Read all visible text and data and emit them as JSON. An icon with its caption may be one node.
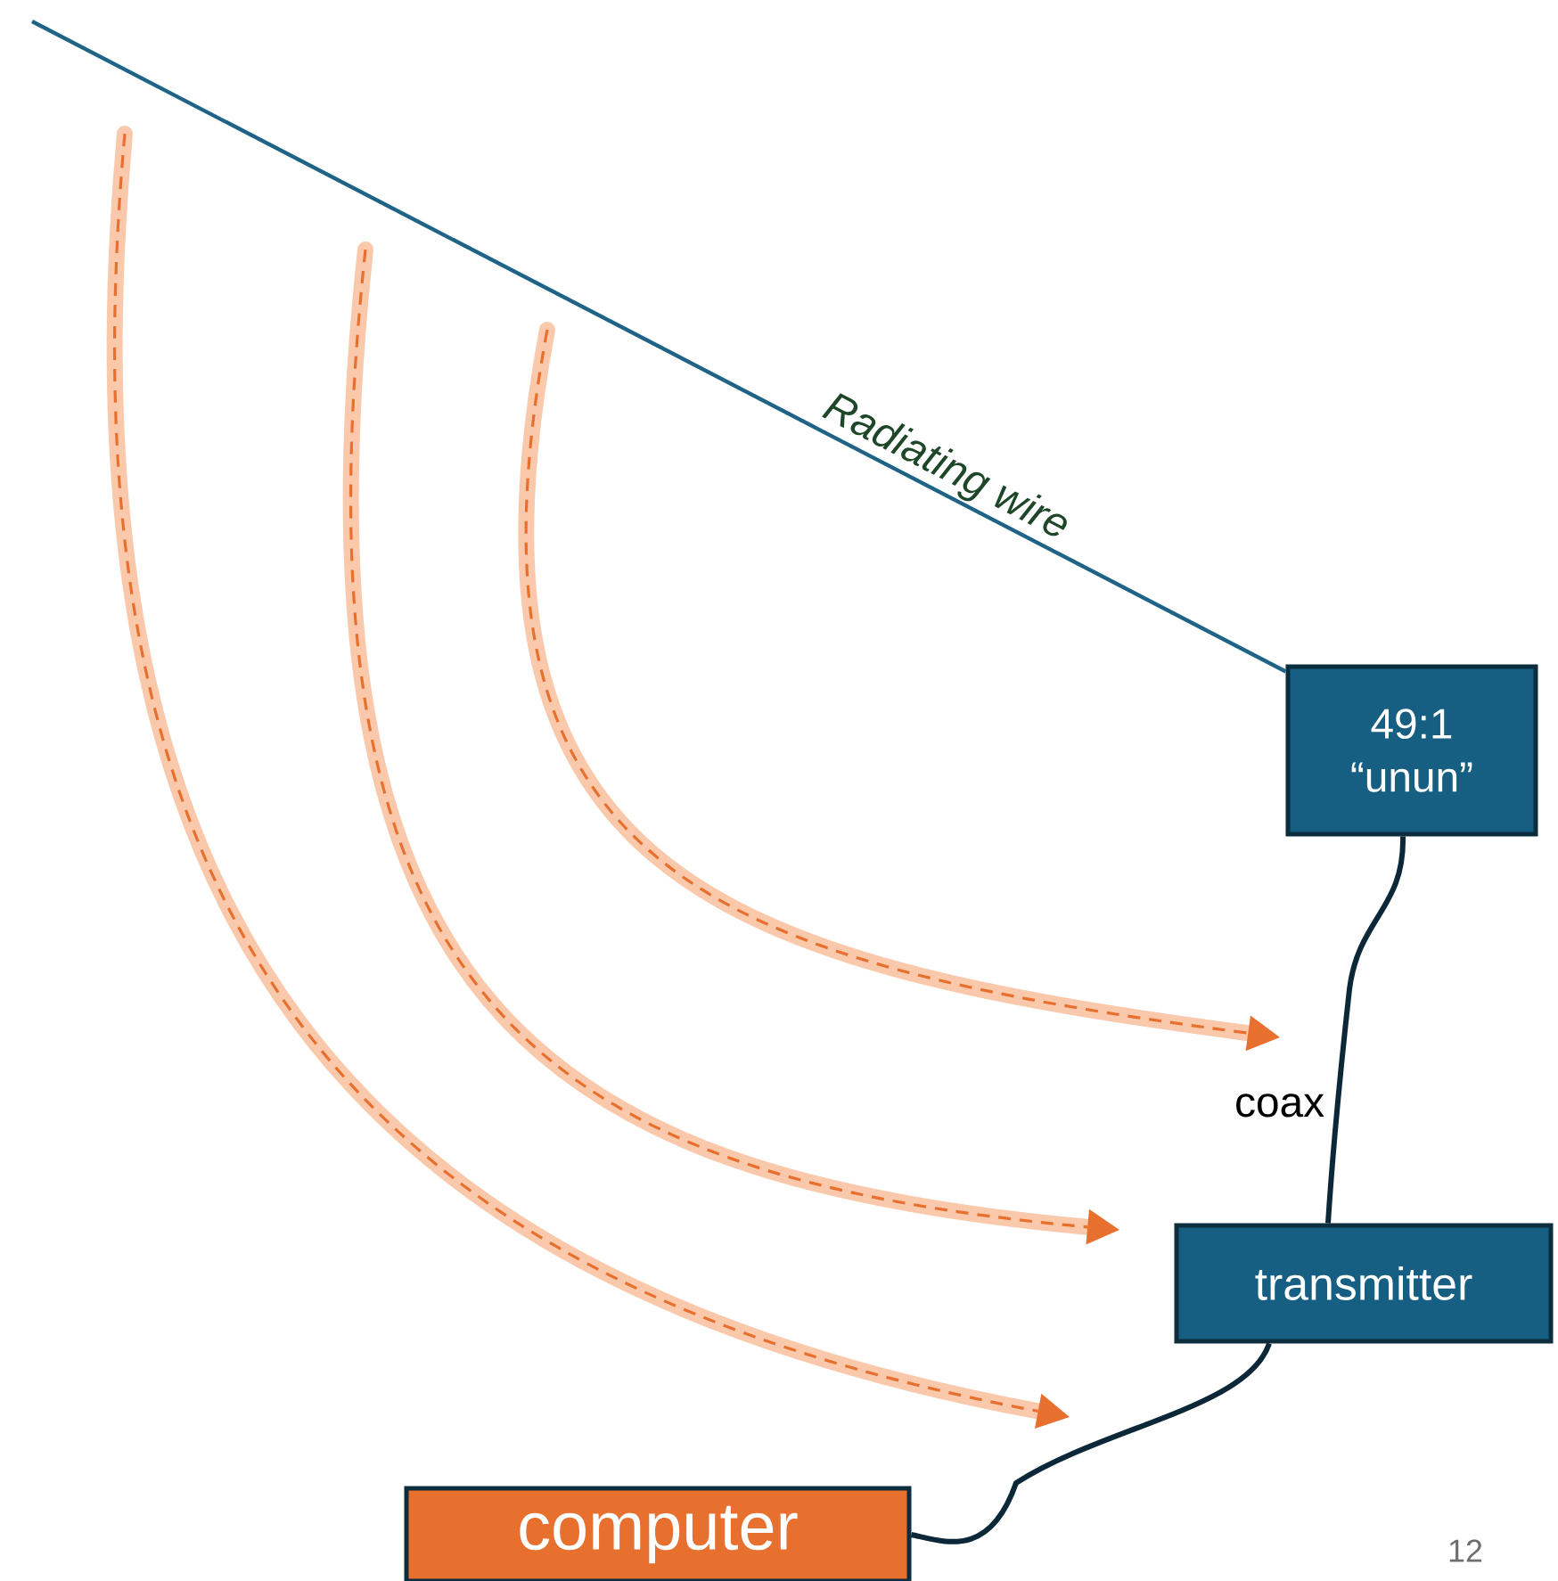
{
  "diagram": {
    "nodes": [
      {
        "text": [
          "49:1",
          "“unun”"
        ]
      },
      {
        "text": [
          "transmitter"
        ]
      },
      {
        "text": [
          "computer"
        ]
      }
    ],
    "edges": [
      {
        "from": null,
        "to": 0,
        "arrow": "none",
        "label": "Radiating wire",
        "color": "#1f6487"
      },
      {
        "from": 0,
        "to": 1,
        "arrow": "none",
        "label": "coax"
      },
      {
        "from": 1,
        "to": 2,
        "arrow": "none"
      }
    ],
    "labels": [
      "12"
    ]
  }
}
